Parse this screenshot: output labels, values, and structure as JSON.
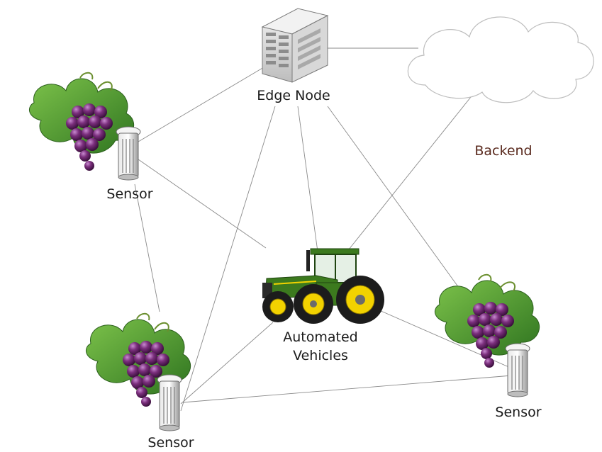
{
  "labels": {
    "edge_node": "Edge Node",
    "backend": "Backend",
    "sensor_top_left": "Sensor",
    "sensor_bottom_left": "Sensor",
    "sensor_right": "Sensor",
    "vehicles": "Automated\nVehicles"
  },
  "colors": {
    "link_line": "#8a8a8a",
    "cloud_outline": "#bdbdbd",
    "tractor_green": "#3c7a1e",
    "tractor_yellow": "#f2d200",
    "grape_purple": "#6a2a6a",
    "leaf_green": "#3f8d2a",
    "server_grey": "#c9c9c9",
    "backend_text": "#5a2a1e"
  },
  "icons": [
    "server-icon",
    "cloud-icon",
    "tractor-icon",
    "grape-vine-icon",
    "sensor-icon"
  ]
}
